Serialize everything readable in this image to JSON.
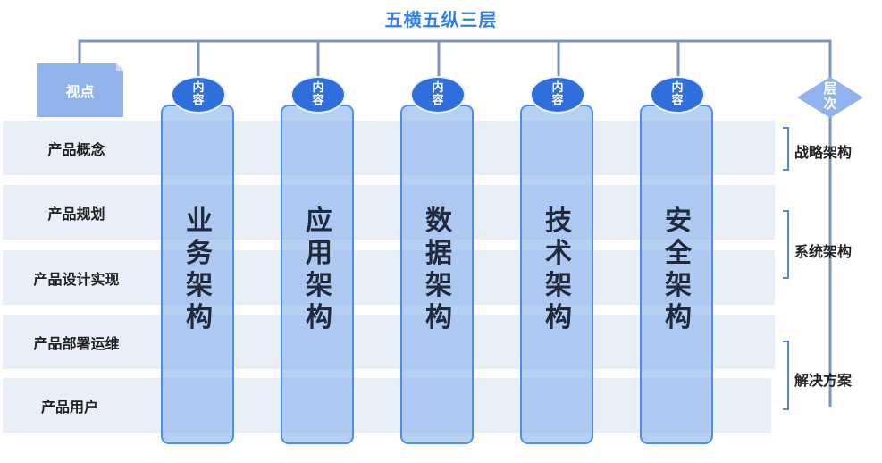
{
  "title": "五横五纵三层",
  "viewpoint_label": "视点",
  "rows": [
    {
      "label": "产品概念"
    },
    {
      "label": "产品规划"
    },
    {
      "label": "产品设计实现"
    },
    {
      "label": "产品部署运维"
    },
    {
      "label": "产品用户"
    }
  ],
  "columns": [
    {
      "badge": "内容",
      "label": "业务架构"
    },
    {
      "badge": "内容",
      "label": "应用架构"
    },
    {
      "badge": "内容",
      "label": "数据架构"
    },
    {
      "badge": "内容",
      "label": "技术架构"
    },
    {
      "badge": "内容",
      "label": "安全架构"
    }
  ],
  "level_badge": "层次",
  "layers": [
    {
      "label": "战略架构"
    },
    {
      "label": "系统架构"
    },
    {
      "label": "解决方案"
    }
  ],
  "colors": {
    "title": "#2f7fe6",
    "connector": "#7d93b8",
    "badge": "#2f6fdc",
    "column_fill": "#82aeec",
    "row_fill": "#e9eff9",
    "bracket": "#5b86cc"
  }
}
